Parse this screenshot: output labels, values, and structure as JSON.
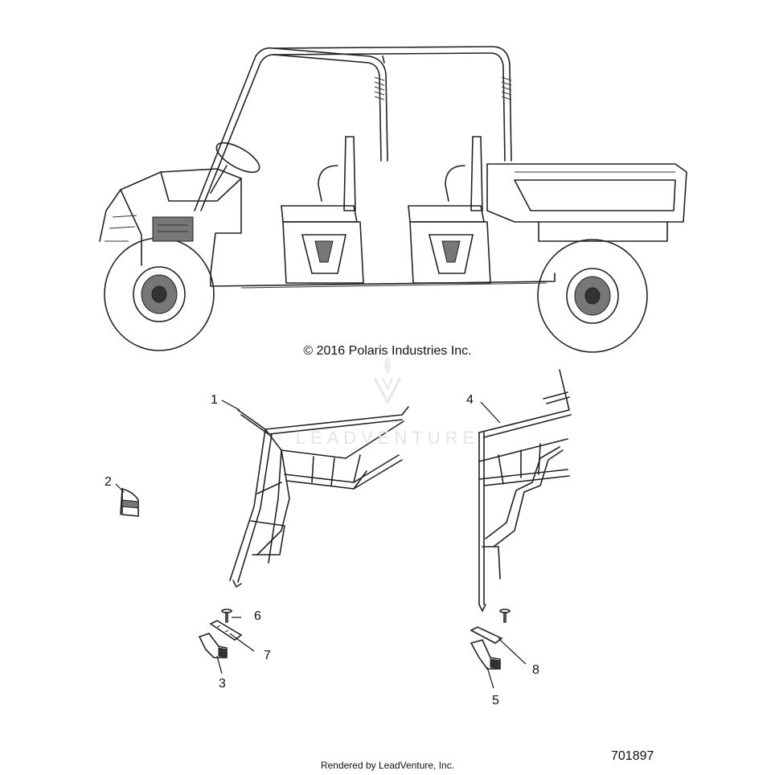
{
  "copyright": "© 2016 Polaris Industries Inc.",
  "footer": "Rendered by LeadVenture, Inc.",
  "drawing_number": "701897",
  "watermark": "LEADVENTURE",
  "callouts": {
    "c1": "1",
    "c2": "2",
    "c3": "3",
    "c4": "4",
    "c5": "5",
    "c6": "6",
    "c7": "7",
    "c8": "8"
  }
}
